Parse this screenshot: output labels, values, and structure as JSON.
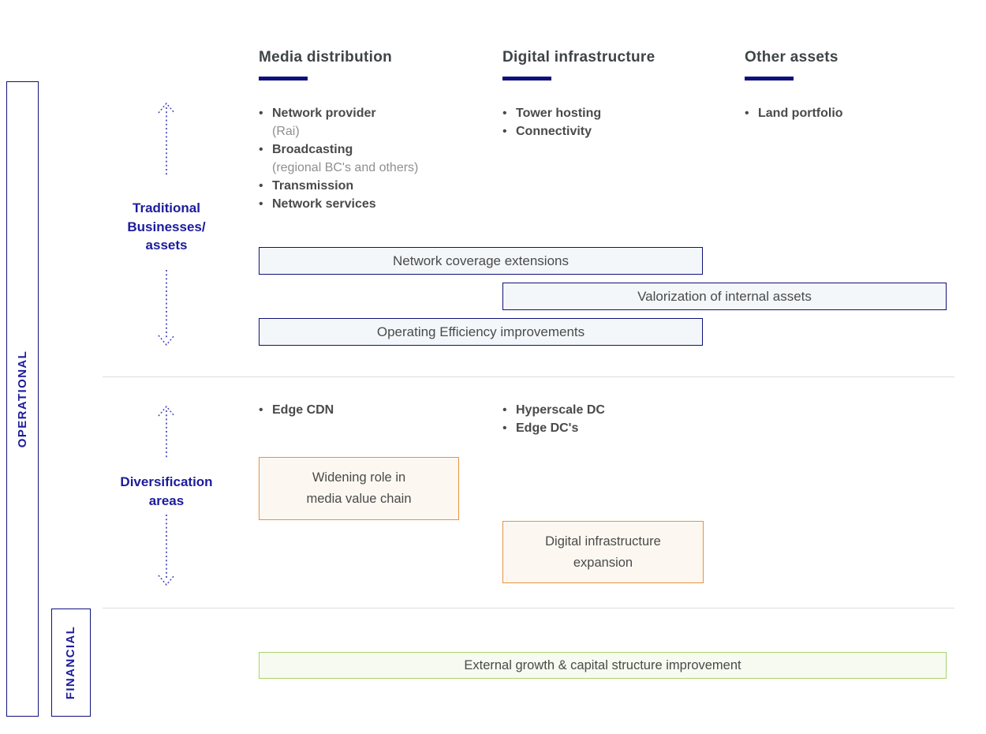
{
  "side_labels": {
    "operational": "OPERATIONAL",
    "financial": "FINANCIAL"
  },
  "headers": [
    {
      "title": "Media distribution"
    },
    {
      "title": "Digital infrastructure"
    },
    {
      "title": "Other assets"
    }
  ],
  "traditional": {
    "label_line1": "Traditional",
    "label_line2": "Businesses/",
    "label_line3": "assets",
    "media_bullets": {
      "b1": "Network provider",
      "b1_sub": "(Rai)",
      "b2": "Broadcasting",
      "b2_sub": "(regional BC's and others)",
      "b3": "Transmission",
      "b4": "Network services"
    },
    "digital_bullets": {
      "b1": "Tower hosting",
      "b2": "Connectivity"
    },
    "other_bullets": {
      "b1": "Land portfolio"
    },
    "bars": {
      "network_coverage": "Network coverage extensions",
      "valorization": "Valorization of internal assets",
      "operating_efficiency": "Operating Efficiency improvements"
    }
  },
  "diversification": {
    "label_line1": "Diversification",
    "label_line2": "areas",
    "media_bullets": {
      "b1": "Edge CDN"
    },
    "digital_bullets": {
      "b1": "Hyperscale DC",
      "b2": "Edge DC's"
    },
    "callouts": {
      "widening_line1": "Widening role in",
      "widening_line2": "media value chain",
      "expansion_line1": "Digital infrastructure",
      "expansion_line2": "expansion"
    }
  },
  "financial_row": {
    "external_growth": "External growth & capital structure improvement"
  },
  "colors": {
    "navy_border": "#10107E",
    "label_navy": "#1c1c9c",
    "arrow_blue": "#4444bb",
    "header_text": "#3f4447",
    "body_text": "#4a4a4a",
    "sub_text": "#8f8f8f",
    "blue_bar_fill": "#f4f7fa",
    "orange_border": "#e8923c",
    "orange_fill": "#fcf8f1",
    "green_border": "#a9d36c",
    "green_fill": "#f7faf0",
    "divider": "#dedede"
  }
}
